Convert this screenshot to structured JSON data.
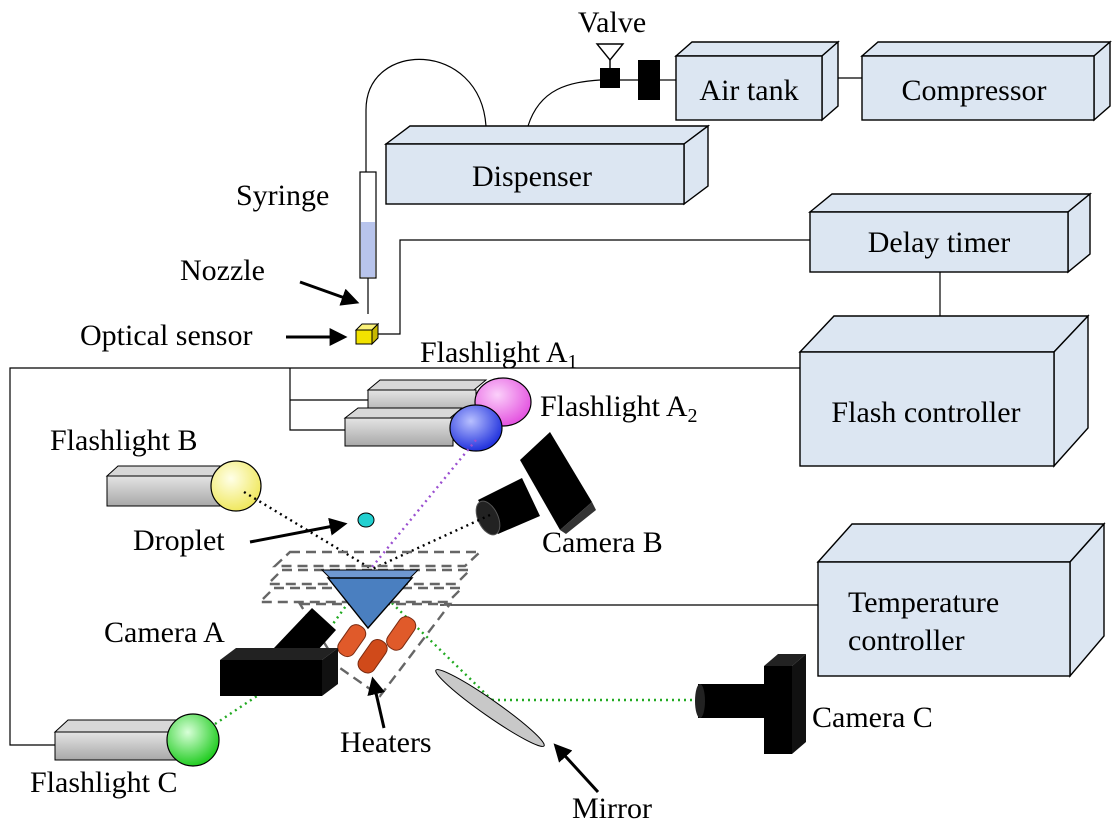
{
  "labels": {
    "valve": "Valve",
    "air_tank": "Air tank",
    "compressor": "Compressor",
    "dispenser": "Dispenser",
    "syringe": "Syringe",
    "nozzle": "Nozzle",
    "optical_sensor": "Optical sensor",
    "delay_timer": "Delay timer",
    "flashlight_a1": "Flashlight A",
    "flashlight_a1_sub": "1",
    "flashlight_a2": "Flashlight A",
    "flashlight_a2_sub": "2",
    "flash_controller": "Flash controller",
    "flashlight_b": "Flashlight B",
    "droplet": "Droplet",
    "camera_b": "Camera B",
    "camera_a": "Camera A",
    "temperature_controller_line1": "Temperature",
    "temperature_controller_line2": "controller",
    "heaters": "Heaters",
    "camera_c": "Camera C",
    "flashlight_c": "Flashlight C",
    "mirror": "Mirror"
  },
  "colors": {
    "box_fill": "#dce6f2",
    "flashlight_a1": "#e455e0",
    "flashlight_a2": "#2233dd",
    "flashlight_b": "#f5f07a",
    "flashlight_c": "#33dd33",
    "droplet": "#22cccc",
    "prism": "#4a7fc0",
    "heater": "#e05a2a",
    "sensor": "#f2e200",
    "ray_purple": "#9a4fd0",
    "ray_green": "#22aa22"
  }
}
